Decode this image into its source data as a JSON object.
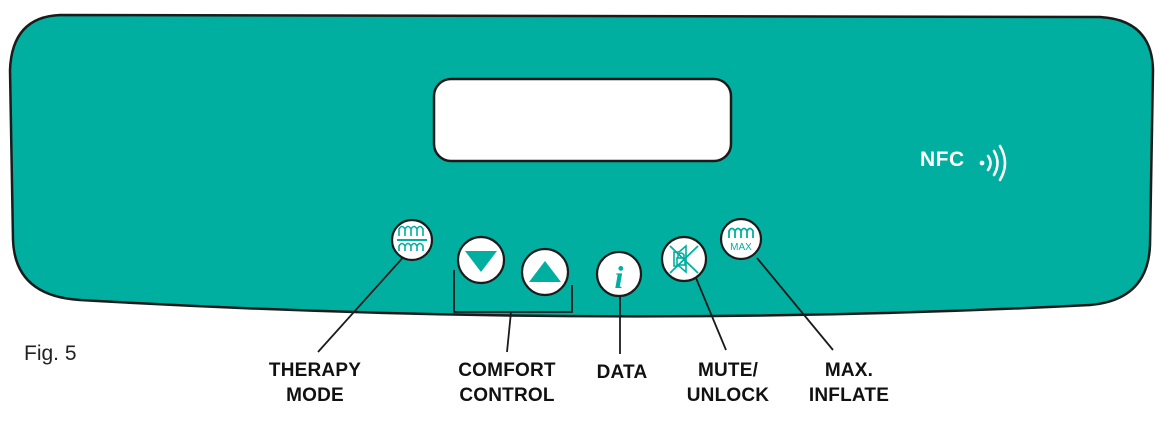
{
  "figure_label": "Fig. 5",
  "nfc_label": "NFC",
  "colors": {
    "panel": "#00afa0",
    "panel_stroke": "#1b1b1b",
    "button_face": "#ffffff",
    "icon": "#00afa0",
    "text": "#111111"
  },
  "buttons": [
    {
      "id": "therapy-mode",
      "icon": "therapy-mode-icon",
      "label_lines": [
        "THERAPY",
        "MODE"
      ]
    },
    {
      "id": "comfort-down",
      "icon": "triangle-down-icon"
    },
    {
      "id": "comfort-up",
      "icon": "triangle-up-icon"
    },
    {
      "id": "data",
      "icon": "info-icon",
      "icon_text": "i",
      "label_lines": [
        "DATA"
      ]
    },
    {
      "id": "mute-unlock",
      "icon": "mute-unlock-icon",
      "label_lines": [
        "MUTE/",
        "UNLOCK"
      ]
    },
    {
      "id": "max-inflate",
      "icon": "max-inflate-icon",
      "icon_text": "MAX",
      "label_lines": [
        "MAX.",
        "INFLATE"
      ]
    }
  ],
  "comfort_control_label_lines": [
    "COMFORT",
    "CONTROL"
  ]
}
